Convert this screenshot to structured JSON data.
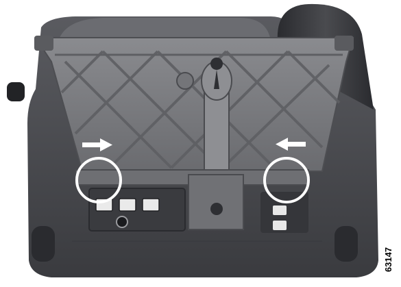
{
  "figure_number": "63147",
  "colors": {
    "background": "#ffffff",
    "phone_body": "#4a4b4f",
    "phone_body_dark": "#2c2d31",
    "phone_top": "#6a6b70",
    "stand": "#7d7e82",
    "stand_dark": "#5d5e62",
    "callout": "#ffffff"
  },
  "callouts": {
    "count": 2,
    "icon_names": [
      "left-arrow-icon",
      "right-arrow-icon",
      "circle-highlight"
    ]
  }
}
